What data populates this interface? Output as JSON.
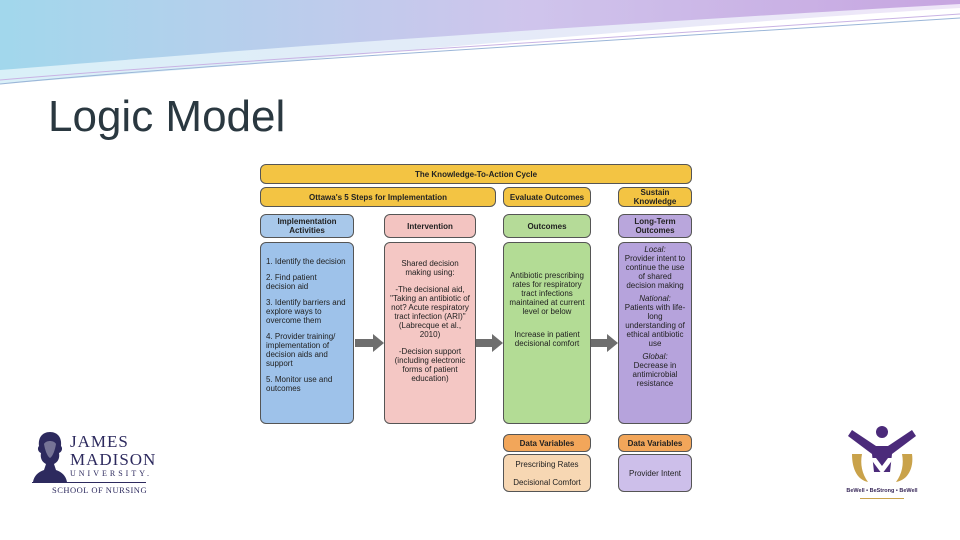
{
  "slide": {
    "title": "Logic Model"
  },
  "diagram": {
    "cycle_title": "The Knowledge-To-Action Cycle",
    "steps_title": "Ottawa's 5 Steps for Implementation",
    "evaluate": "Evaluate Outcomes",
    "sustain": "Sustain Knowledge",
    "col1_header": "Implementation Activities",
    "col2_header": "Intervention",
    "col3_header": "Outcomes",
    "col4_header": "Long-Term Outcomes",
    "activities": [
      "1. Identify the decision",
      "2. Find patient decision aid",
      "3. Identify barriers and explore ways to overcome them",
      "4. Provider training/ implementation of decision aids and support",
      "5. Monitor use and outcomes"
    ],
    "intervention": [
      "Shared decision making using:",
      "-The decisional aid, \"Taking an antibiotic of not? Acute respiratory tract infection (ARI)\" (Labrecque et al., 2010)",
      "-Decision support (including electronic forms of patient education)"
    ],
    "outcomes": [
      "Antibiotic prescribing rates for respiratory tract infections maintained at current level or below",
      "Increase in patient decisional comfort"
    ],
    "longterm": {
      "local_label": "Local:",
      "local_text": "Provider intent to continue the use of shared decision making",
      "national_label": "National:",
      "national_text": "Patients with life-long understanding of ethical antibiotic use",
      "global_label": "Global:",
      "global_text": "Decrease in antimicrobial resistance"
    },
    "data_vars_label": "Data Variables",
    "data_vars_outcomes": [
      "Prescribing Rates",
      "Decisional Comfort"
    ],
    "data_vars_longterm": [
      "Provider Intent"
    ]
  },
  "logos": {
    "jmu_line1": "JAMES",
    "jmu_line2": "MADISON",
    "jmu_line3": "UNIVERSITY.",
    "jmu_line4": "SCHOOL OF NURSING",
    "uyc_caption": "BeWell • BeStrong • BeWell"
  },
  "colors": {
    "title_text": "#2a3840",
    "gold": "#f3c443",
    "blue": "#9ec2ea",
    "pink": "#f4c7c4",
    "green": "#b3dc95",
    "purple": "#b6a3dc",
    "orange": "#f2a65a"
  }
}
